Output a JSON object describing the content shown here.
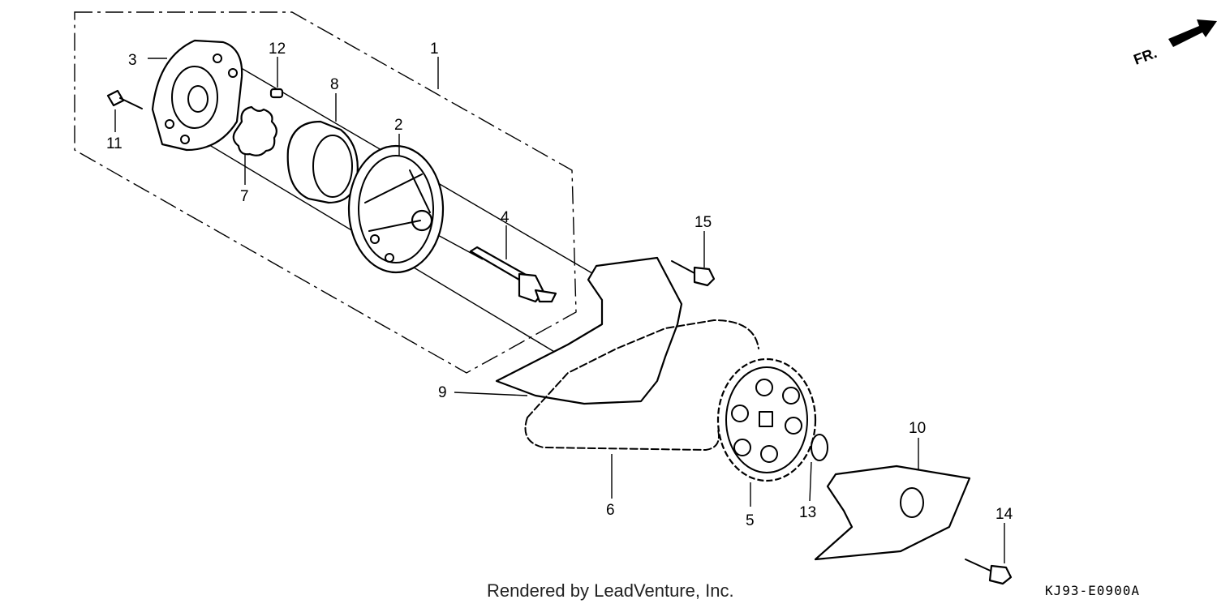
{
  "diagram": {
    "direction_label": "FR.",
    "callouts": {
      "assembly": "1",
      "outer_body": "2",
      "cover": "3",
      "shaft": "4",
      "sprocket": "5",
      "chain": "6",
      "inner_rotor": "7",
      "outer_rotor": "8",
      "guide_plate": "9",
      "cover_plate": "10",
      "bolt_left": "11",
      "dowel_pin": "12",
      "snap_ring": "13",
      "bolt_lower": "14",
      "bolt_upper": "15"
    },
    "credit": "Rendered by LeadVenture, Inc.",
    "drawing_code": "KJ93-E0900A"
  }
}
